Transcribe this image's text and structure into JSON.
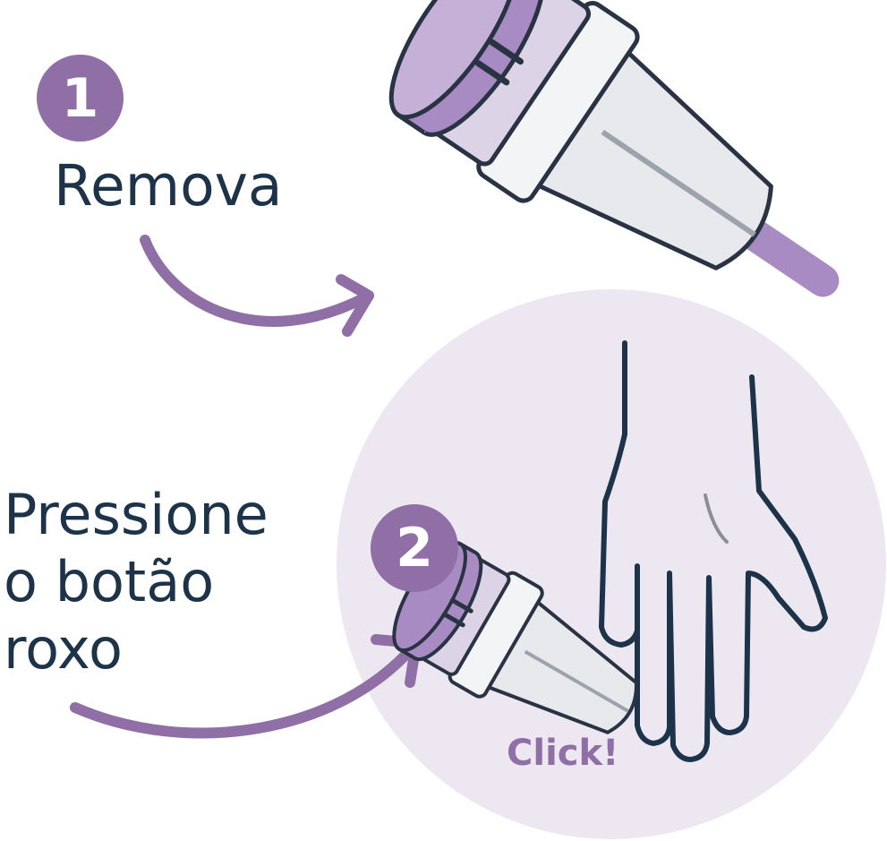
{
  "colors": {
    "purple": "#8f6fa5",
    "purple_light": "#a98bc3",
    "purple_pale": "#d9cfe3",
    "circle_bg": "#ece7f0",
    "navy": "#1d3349",
    "device_gray": "#e8e9ec",
    "device_outline": "#2a3344"
  },
  "steps": [
    {
      "number": "1",
      "text": "Remova"
    },
    {
      "number": "2",
      "lines": [
        "Pressione",
        "o botão",
        "roxo"
      ]
    }
  ],
  "click_label": "Click!",
  "icons": {
    "arrow_1": "curved-arrow-icon",
    "arrow_2": "curved-arrow-icon",
    "lancet_1": "lancet-device-icon",
    "lancet_2": "lancet-device-icon",
    "hand": "hand-outline-icon"
  }
}
